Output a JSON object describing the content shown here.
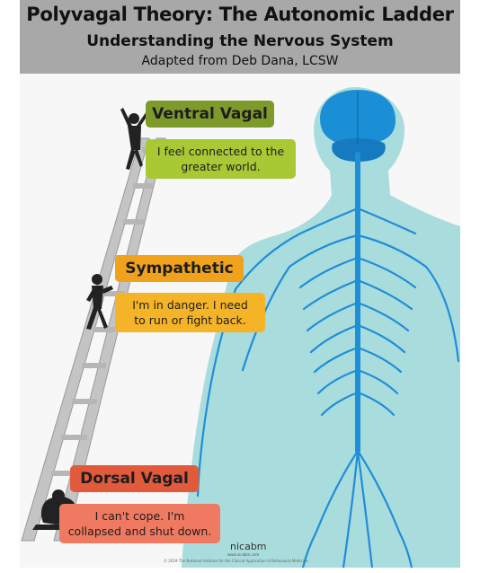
{
  "header": {
    "title": "Polyvagal Theory: The Autonomic Ladder",
    "subtitle": "Understanding the Nervous System",
    "credit": "Adapted from Deb Dana, LCSW"
  },
  "states": {
    "ventral": {
      "name": "Ventral Vagal",
      "description_line1": "I feel connected to the",
      "description_line2": "greater world.",
      "color": "#7e9a2b",
      "desc_color": "#a8c934"
    },
    "sympathetic": {
      "name": "Sympathetic",
      "description_line1": "I'm in danger.  I need",
      "description_line2": "to run or fight back.",
      "color": "#f0a21c",
      "desc_color": "#f5b428"
    },
    "dorsal": {
      "name": "Dorsal Vagal",
      "description_line1": "I can't cope.  I'm",
      "description_line2": "collapsed and shut down.",
      "color": "#e25a3c",
      "desc_color": "#ef7a61"
    }
  },
  "footer": {
    "brand": "nicabm",
    "brand_url": "www.nicabm.com",
    "copyright": "© 2019 The National Institute for the Clinical Application of Behavioral Medicine"
  },
  "colors": {
    "header_bg": "#a8a8a8",
    "body_silhouette": "#a9dcdc",
    "nerves": "#1f8ed8",
    "ladder": "#c4c4c4"
  },
  "icons": [
    "ladder-icon",
    "celebrating-person-icon",
    "fighting-person-icon",
    "collapsed-person-icon",
    "nervous-system-icon"
  ]
}
